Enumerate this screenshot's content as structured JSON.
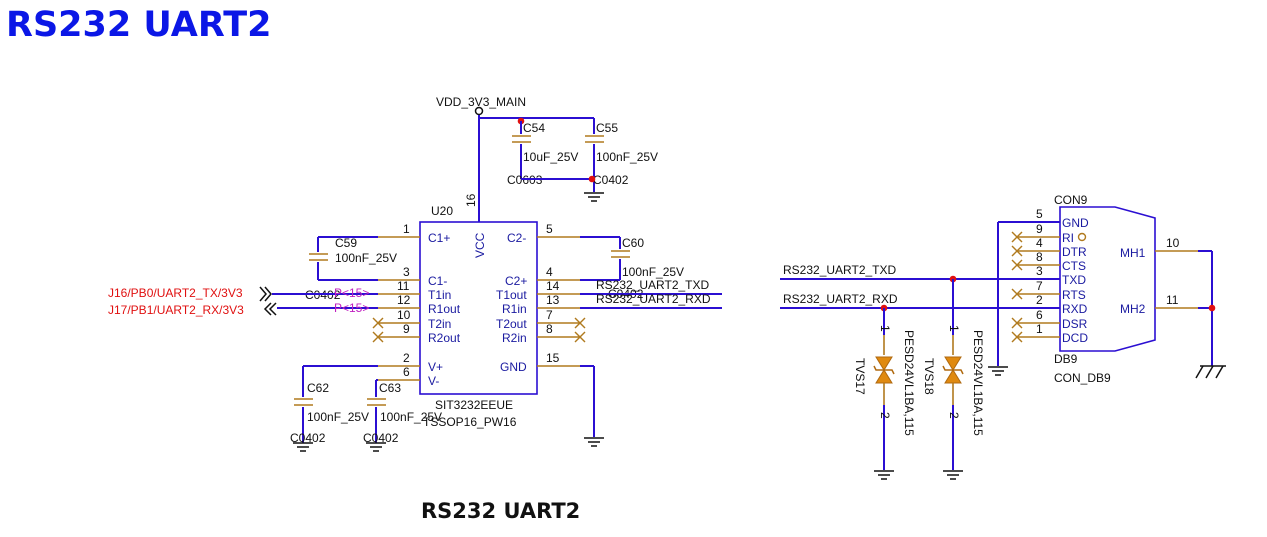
{
  "title": "RS232 UART2",
  "footer_title": "RS232 UART2",
  "colors": {
    "title": "#0b17e6",
    "wire": "#2b0fd2",
    "pin_stub": "#b07a1e",
    "net_label": "#e01010",
    "junction": "#e01010",
    "tvs_fill": "#e08a10"
  },
  "power": {
    "net": "VDD_3V3_MAIN"
  },
  "capacitors": {
    "c54": {
      "ref": "C54",
      "value": "10uF_25V",
      "package": "C0603"
    },
    "c55": {
      "ref": "C55",
      "value": "100nF_25V",
      "package": "C0402"
    },
    "c59": {
      "ref": "C59",
      "value": "100nF_25V",
      "package": "C0402"
    },
    "c60": {
      "ref": "C60",
      "value": "100nF_25V",
      "package": "C0402"
    },
    "c62": {
      "ref": "C62",
      "value": "100nF_25V",
      "package": "C0402"
    },
    "c63": {
      "ref": "C63",
      "value": "100nF_25V",
      "package": "C0402"
    }
  },
  "ic": {
    "ref": "U20",
    "part": "SIT3232EEUE",
    "package": "TSSOP16_PW16",
    "vcc_label": "VCC",
    "vcc_pin": "16",
    "left_pins": [
      {
        "num": "1",
        "name": "C1+"
      },
      {
        "num": "3",
        "name": "C1-"
      },
      {
        "num": "11",
        "name": "T1in"
      },
      {
        "num": "12",
        "name": "R1out"
      },
      {
        "num": "10",
        "name": "T2in"
      },
      {
        "num": "9",
        "name": "R2out"
      },
      {
        "num": "2",
        "name": "V+"
      },
      {
        "num": "6",
        "name": "V-"
      }
    ],
    "right_pins": [
      {
        "num": "5",
        "name": "C2-"
      },
      {
        "num": "4",
        "name": "C2+"
      },
      {
        "num": "14",
        "name": "T1out"
      },
      {
        "num": "13",
        "name": "R1in"
      },
      {
        "num": "7",
        "name": ""
      },
      {
        "num": "8",
        "name": "T2out"
      },
      {
        "num": "",
        "name": "R2in"
      },
      {
        "num": "15",
        "name": "GND"
      }
    ]
  },
  "net_labels": {
    "uart_tx": "J16/PB0/UART2_TX/3V3",
    "uart_rx": "J17/PB1/UART2_RX/3V3",
    "tx_sig": "P<15>",
    "rx_sig": "P<15>",
    "rs232_txd": "RS232_UART2_TXD",
    "rs232_rxd": "RS232_UART2_RXD"
  },
  "tvs": [
    {
      "ref": "TVS17",
      "part": "PESD24VL1BA,115",
      "pin_top": "1",
      "pin_bottom": "2"
    },
    {
      "ref": "TVS18",
      "part": "PESD24VL1BA,115",
      "pin_top": "1",
      "pin_bottom": "2"
    }
  ],
  "connector": {
    "ref": "CON9",
    "part": "DB9",
    "footprint": "CON_DB9",
    "pins": [
      {
        "num": "5",
        "name": "GND"
      },
      {
        "num": "9",
        "name": "RI"
      },
      {
        "num": "4",
        "name": "DTR"
      },
      {
        "num": "8",
        "name": "CTS"
      },
      {
        "num": "3",
        "name": "TXD"
      },
      {
        "num": "7",
        "name": "RTS"
      },
      {
        "num": "2",
        "name": "RXD"
      },
      {
        "num": "6",
        "name": "DSR"
      },
      {
        "num": "1",
        "name": "DCD"
      }
    ],
    "mh1": {
      "label": "MH1",
      "num": "10"
    },
    "mh2": {
      "label": "MH2",
      "num": "11"
    }
  }
}
